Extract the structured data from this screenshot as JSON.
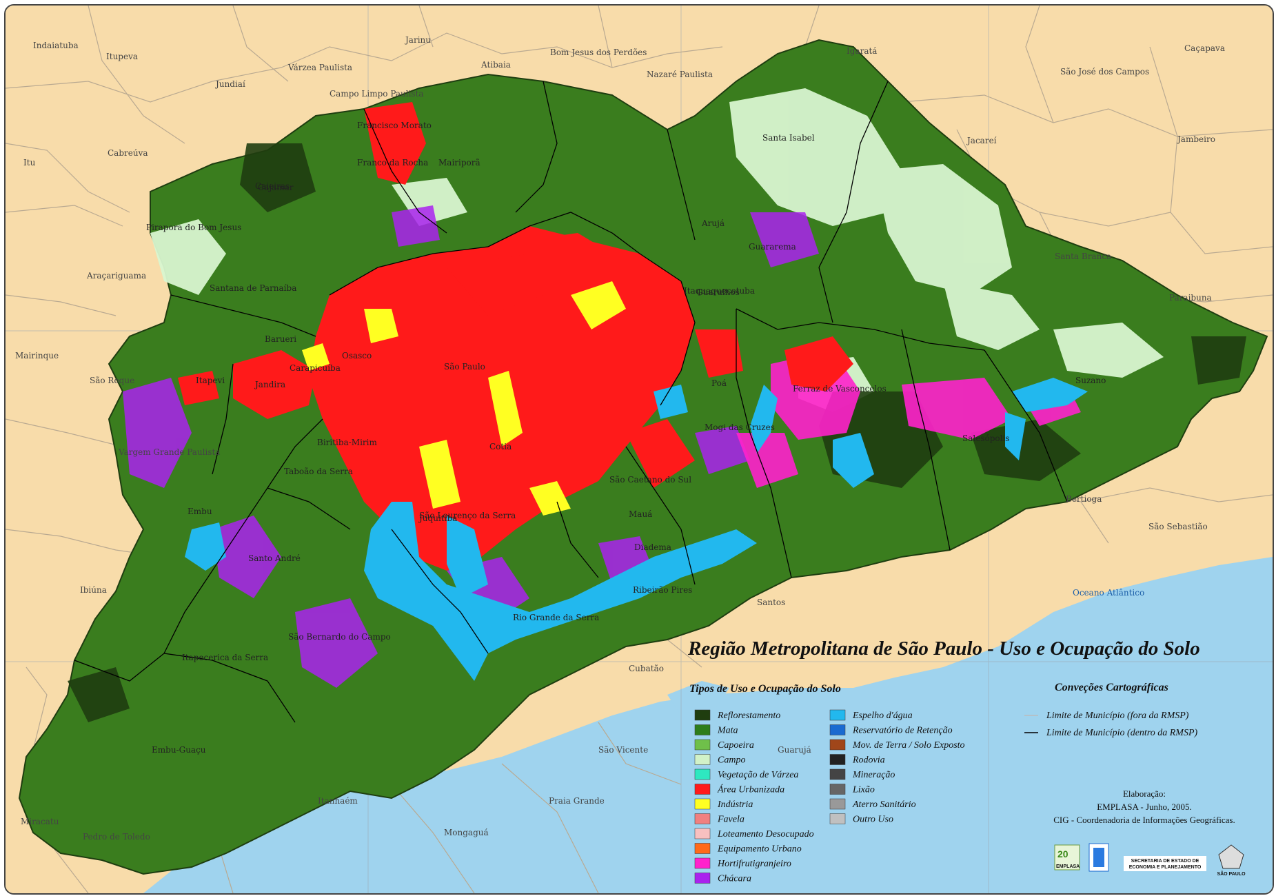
{
  "title": "Região Metropolitana de São Paulo - Uso e Ocupação do Solo",
  "colors": {
    "background": "#f8dcaa",
    "ocean": "#9fd3ee",
    "forest": "#3a7d1e",
    "urban": "#ff1a1a",
    "reservoir": "#22b8ee",
    "industry": "#ffff22",
    "horti": "#ff22cc",
    "chacara": "#aa22ee",
    "field": "#d8f5d0"
  },
  "outside_places": [
    "Indaiatuba",
    "Itupeva",
    "Jarinu",
    "Atibaia",
    "Bom Jesus dos Perdões",
    "Nazaré Paulista",
    "Igaratá",
    "Caçapava",
    "São José dos Campos",
    "Jundiaí",
    "Várzea Paulista",
    "Campo Limpo Paulista",
    "Cabreúva",
    "Itu",
    "Jacareí",
    "Jambeiro",
    "Araçariguama",
    "Santa Branca",
    "Paraibuna",
    "Mairinque",
    "São Roque",
    "Vargem Grande Paulista",
    "Ibiúna",
    "Bertioga",
    "São Sebastião",
    "Santos",
    "Cubatão",
    "São Vicente",
    "Guarujá",
    "Praia Grande",
    "Itanhaém",
    "Mongaguá",
    "Miracatu",
    "Pedro de Toledo"
  ],
  "ocean_label": "Oceano Atlântico",
  "inside_places": [
    "Francisco Morato",
    "Franco da Rocha",
    "Mairiporã",
    "Caieiras",
    "Pirapora do Bom Jesus",
    "Santana de Parnaíba",
    "Cajamar",
    "Arujá",
    "Guararema",
    "Santa Isabel",
    "Barueri",
    "Osasco",
    "Carapicuíba",
    "Jandira",
    "Itapevi",
    "São Paulo",
    "Guarulhos",
    "Itaquaquecetuba",
    "Poá",
    "Ferraz de Vasconcelos",
    "Mogi das Cruzes",
    "Suzano",
    "Salesópolis",
    "Biritiba-Mirim",
    "Taboão da Serra",
    "Embu",
    "Cotia",
    "São Caetano do Sul",
    "Mauá",
    "Diadema",
    "Ribeirão Pires",
    "Rio Grande da Serra",
    "Santo André",
    "São Bernardo do Campo",
    "Itapecerica da Serra",
    "Embu-Guaçu",
    "São Lourenço da Serra",
    "Juquitiba"
  ],
  "legend": {
    "title": "Tipos de Uso e Ocupação do Solo",
    "items_left": [
      {
        "label": "Reflorestamento",
        "color": "#1f3d0f"
      },
      {
        "label": "Mata",
        "color": "#2d7d1a"
      },
      {
        "label": "Capoeira",
        "color": "#6fc04a"
      },
      {
        "label": "Campo",
        "color": "#d2f2c8"
      },
      {
        "label": "Vegetação de Várzea",
        "color": "#2ee8c0"
      },
      {
        "label": "Área Urbanizada",
        "color": "#ff1a1a"
      },
      {
        "label": "Indústria",
        "color": "#ffff22"
      },
      {
        "label": "Favela",
        "color": "#f08080"
      },
      {
        "label": "Loteamento Desocupado",
        "color": "#f8c0c0"
      },
      {
        "label": "Equipamento Urbano",
        "color": "#ff6a1a"
      },
      {
        "label": "Hortifrutigranjeiro",
        "color": "#ff22cc"
      },
      {
        "label": "Chácara",
        "color": "#aa22ee"
      }
    ],
    "items_right": [
      {
        "label": "Espelho d'água",
        "color": "#22b8ee"
      },
      {
        "label": "Reservatório de Retenção",
        "color": "#1a6ad0"
      },
      {
        "label": "Mov. de Terra / Solo Exposto",
        "color": "#a0461a"
      },
      {
        "label": "Rodovia",
        "color": "#222222"
      },
      {
        "label": "Mineração",
        "color": "#444444"
      },
      {
        "label": "Lixão",
        "color": "#666666"
      },
      {
        "label": "Aterro Sanitário",
        "color": "#999999"
      },
      {
        "label": "Outro Uso",
        "color": "#c0c0c0"
      }
    ]
  },
  "conventions": {
    "title": "Conveções Cartográficas",
    "items": [
      {
        "label": "Limite de Município (fora da RMSP)",
        "color": "#bbbbbb"
      },
      {
        "label": "Limite de Município (dentro da RMSP)",
        "color": "#000000"
      }
    ]
  },
  "credits": {
    "line1": "Elaboração:",
    "line2": "EMPLASA - Junho, 2005.",
    "line3": "CIG - Coordenadoria de Informações Geográficas."
  },
  "logos": {
    "emplasa": "EMPLASA",
    "secretaria": "SECRETARIA DE ESTADO DE ECONOMIA E PLANEJAMENTO",
    "governo": "SÃO PAULO"
  }
}
